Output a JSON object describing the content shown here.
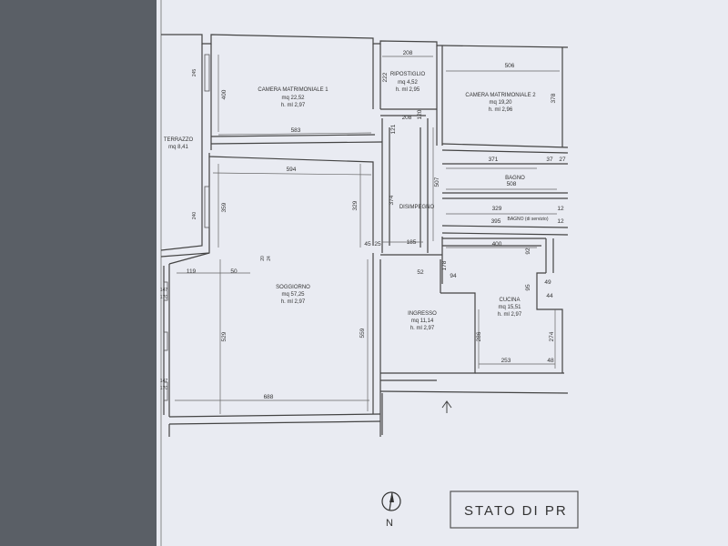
{
  "plan": {
    "rooms": {
      "camera1": {
        "name": "CAMERA MATRIMONIALE 1",
        "area": "mq 22,52",
        "height": "h. ml 2,97"
      },
      "ripostiglio": {
        "name": "RIPOSTIGLIO",
        "area": "mq 4,52",
        "height": "h. ml 2,95"
      },
      "camera2": {
        "name": "CAMERA MATRIMONIALE 2",
        "area": "mq 19,20",
        "height": "h. ml 2,96"
      },
      "terrazzo": {
        "name": "TERRAZZO",
        "area": "mq 8,41"
      },
      "disimpegno": {
        "name": "DISIMPEGNO"
      },
      "bagno": {
        "name": "BAGNO"
      },
      "bagno_servizio": {
        "name": "BAGNO (di servizio)"
      },
      "soggiorno": {
        "name": "SOGGIORNO",
        "area": "mq 57,25",
        "height": "h. ml 2,97"
      },
      "ingresso": {
        "name": "INGRESSO",
        "area": "mq 11,14",
        "height": "h. ml 2,97"
      },
      "cucina": {
        "name": "CUCINA",
        "area": "mq 15,51",
        "height": "h. ml 2,97"
      }
    },
    "dims": {
      "d1": "208",
      "d2": "506",
      "d3": "400",
      "d4": "222",
      "d5": "378",
      "d6": "583",
      "d7": "208",
      "d8": "120",
      "d9": "121",
      "d10": "371",
      "d11": "37",
      "d12": "27",
      "d13": "507",
      "d14": "594",
      "d15": "508",
      "d16": "359",
      "d17": "329",
      "d18": "374",
      "d19": "329",
      "d20": "12",
      "d21": "395",
      "d22": "12",
      "d23": "45",
      "d24": "25",
      "d25": "185",
      "d26": "400",
      "d27": "119",
      "d28": "50",
      "d29": "178",
      "d30": "94",
      "d31": "92",
      "d32": "95",
      "d33": "49",
      "d34": "44",
      "d35": "286",
      "d36": "274",
      "d37": "529",
      "d38": "559",
      "d39": "253",
      "d40": "48",
      "d41": "688",
      "d42": "245",
      "d43": "240",
      "d44": "147",
      "d45": "170",
      "d46": "147",
      "d47": "170",
      "d48": "20",
      "d49": "24",
      "d50": "52"
    },
    "north_label": "N",
    "title_text": "STATO DI PR"
  }
}
